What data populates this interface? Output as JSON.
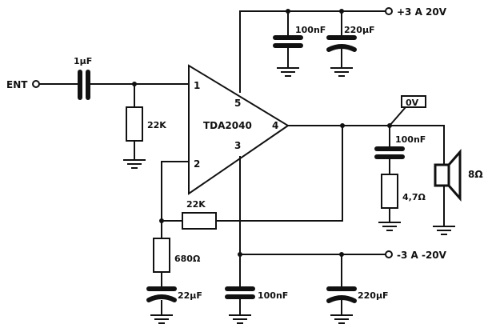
{
  "circuit": {
    "ic": {
      "name": "TDA2040",
      "pins": {
        "p1": "1",
        "p2": "2",
        "p3": "3",
        "p4": "4",
        "p5": "5"
      }
    },
    "terminals": {
      "input": "ENT",
      "v_pos": "+3 A 20V",
      "v_neg": "-3 A -20V",
      "out_marker": "0V"
    },
    "components": {
      "c_in": "1µF",
      "r_in": "22K",
      "r_fb": "22K",
      "r_680": "680Ω",
      "c_22": "22µF",
      "c_pos_100": "100nF",
      "c_pos_220": "220µF",
      "c_neg_100": "100nF",
      "c_neg_220": "220µF",
      "c_zobel": "100nF",
      "r_zobel": "4,7Ω",
      "speaker": "8Ω"
    }
  },
  "colors": {
    "ink": "#111111",
    "paper": "#ffffff"
  }
}
